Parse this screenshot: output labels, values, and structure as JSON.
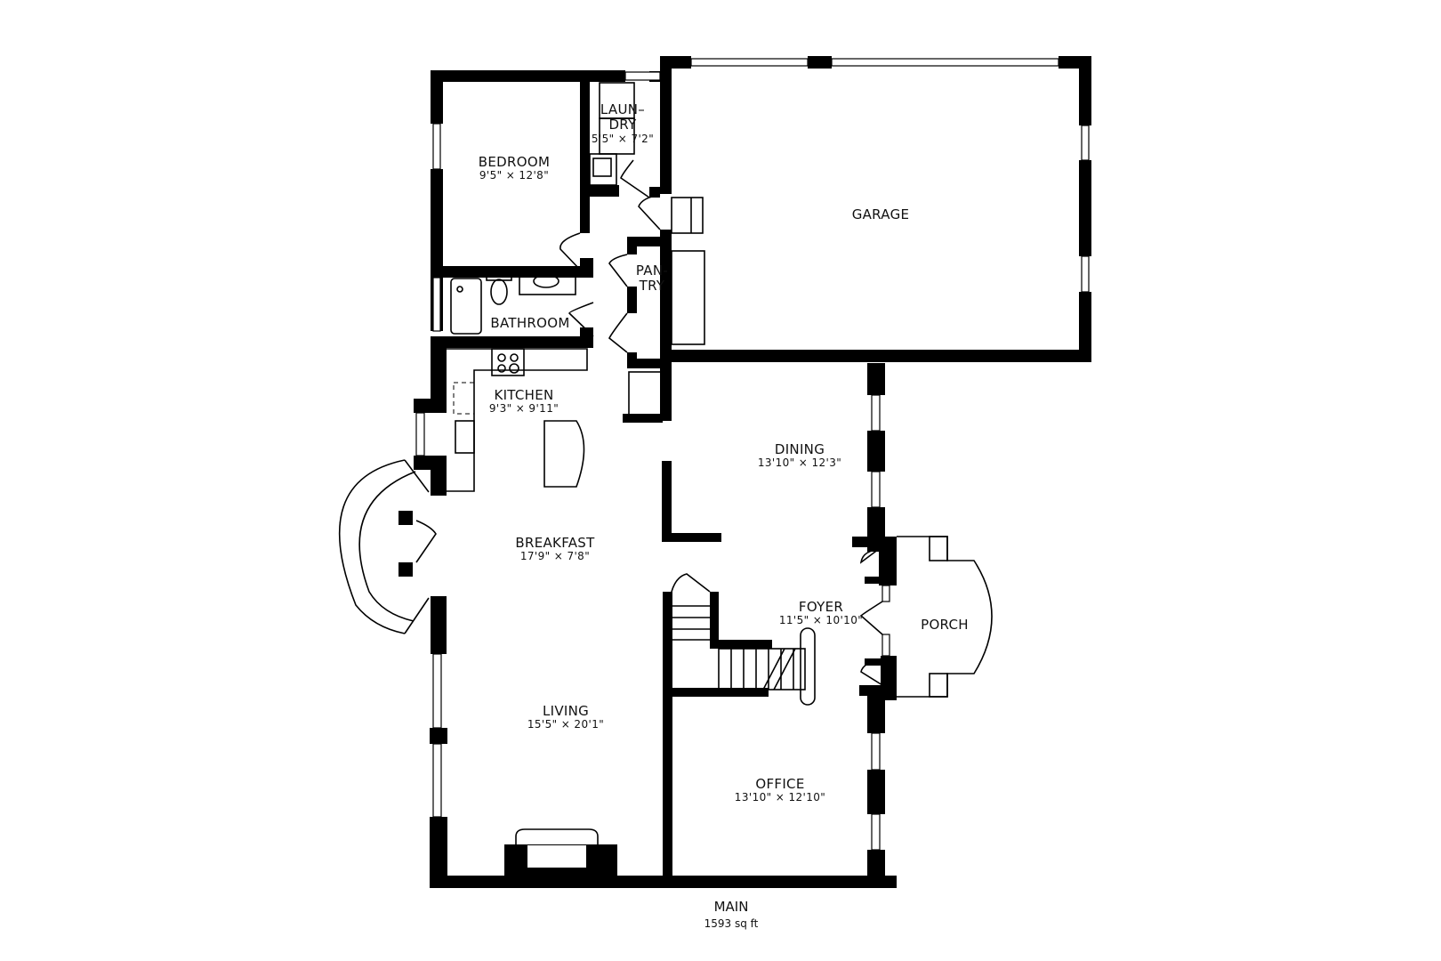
{
  "floor": {
    "name": "MAIN",
    "area": "1593 sq ft"
  },
  "rooms": {
    "bedroom": {
      "name": "BEDROOM",
      "dims": "9'5\" × 12'8\""
    },
    "laundry": {
      "name": "LAUN-\nDRY",
      "name_line1": "LAUN–",
      "name_line2": "DRY",
      "dims": "5'5\" × 7'2\""
    },
    "garage": {
      "name": "GARAGE",
      "dims": ""
    },
    "pantry": {
      "name_line1": "PAN-",
      "name_line2": "TRY"
    },
    "bathroom": {
      "name": "BATHROOM"
    },
    "kitchen": {
      "name": "KITCHEN",
      "dims": "9'3\" × 9'11\""
    },
    "dining": {
      "name": "DINING",
      "dims": "13'10\" × 12'3\""
    },
    "breakfast": {
      "name": "BREAKFAST",
      "dims": "17'9\" × 7'8\""
    },
    "foyer": {
      "name": "FOYER",
      "dims": "11'5\" × 10'10\""
    },
    "porch": {
      "name": "PORCH"
    },
    "living": {
      "name": "LIVING",
      "dims": "15'5\" × 20'1\""
    },
    "office": {
      "name": "OFFICE",
      "dims": "13'10\" × 12'10\""
    }
  },
  "colors": {
    "wall": "#000000",
    "background": "#ffffff",
    "text": "#111111"
  }
}
